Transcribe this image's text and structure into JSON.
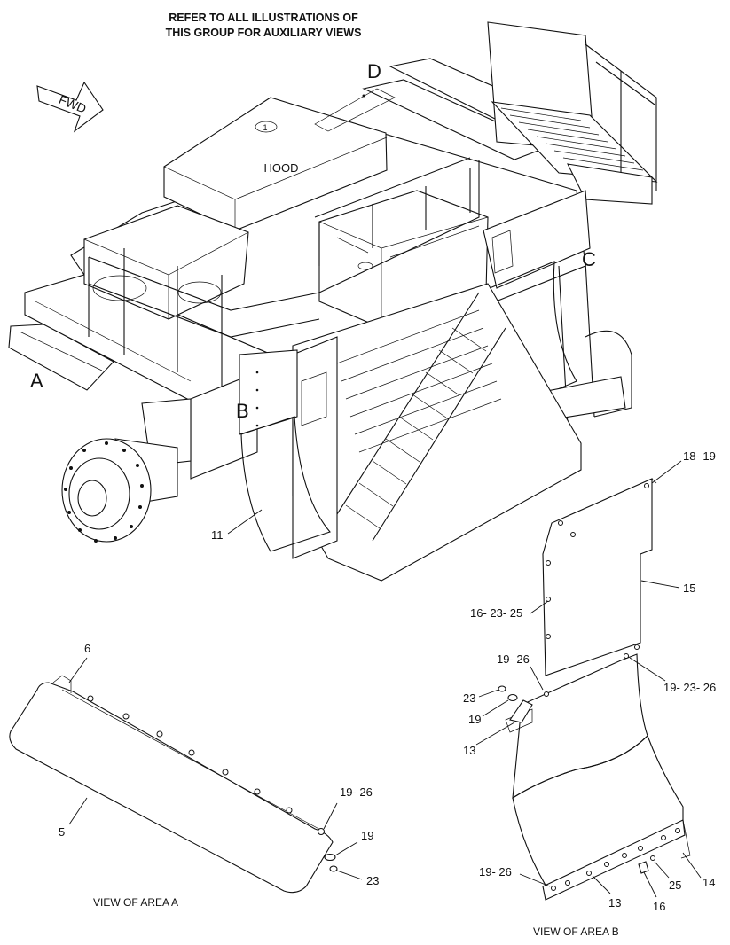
{
  "header_note": {
    "line1": "REFER TO ALL ILLUSTRATIONS OF",
    "line2": "THIS GROUP FOR AUXILIARY VIEWS"
  },
  "fwd_arrow": {
    "label": "FWD"
  },
  "hood_label": "HOOD",
  "area_letters": {
    "a": "A",
    "b": "B",
    "c": "C",
    "d": "D"
  },
  "main_callouts": {
    "item_11": "11"
  },
  "view_a": {
    "caption": "VIEW OF AREA  A",
    "callouts": {
      "c6": "6",
      "c5": "5",
      "c19_26": "19- 26",
      "c19": "19",
      "c23": "23"
    }
  },
  "view_b": {
    "caption": "VIEW OF AREA B",
    "callouts": {
      "c18_19": "18- 19",
      "c15": "15",
      "c16_23_25": "16- 23- 25",
      "c19_26_top": "19- 26",
      "c23": "23",
      "c19": "19",
      "c19_23_26": "19- 23- 26",
      "c13_left": "13",
      "c19_26_bottom": "19- 26",
      "c13_bottom": "13",
      "c16": "16",
      "c25": "25",
      "c14": "14"
    }
  },
  "icons": {
    "fwd": "fwd-arrow-icon"
  }
}
